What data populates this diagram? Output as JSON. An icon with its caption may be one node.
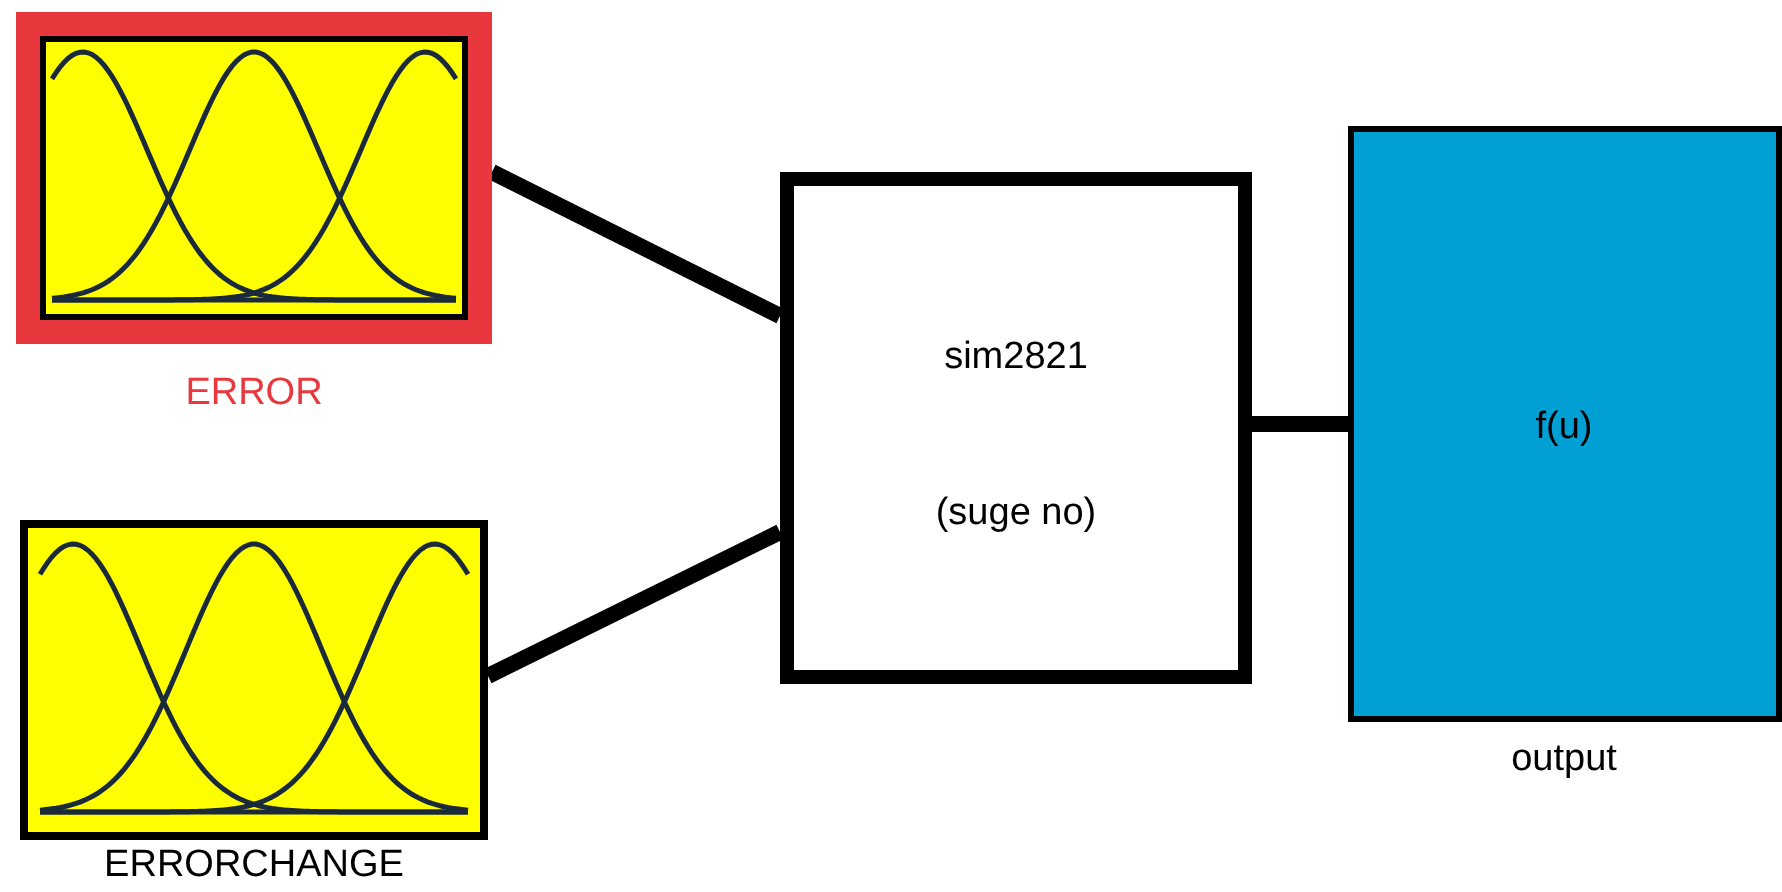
{
  "diagram": {
    "nodes": [
      {
        "text": [
          "ERROR"
        ]
      },
      {
        "text": [
          "ERRORCHANGE"
        ]
      },
      {
        "text": [
          "sim2821",
          "(suge no)"
        ]
      },
      {
        "text": [
          "f(u)",
          "output"
        ]
      }
    ],
    "edges": [
      {
        "from": 0,
        "to": 2,
        "arrow": "none"
      },
      {
        "from": 1,
        "to": 2,
        "arrow": "none"
      },
      {
        "from": 2,
        "to": 3,
        "arrow": "none"
      }
    ]
  }
}
